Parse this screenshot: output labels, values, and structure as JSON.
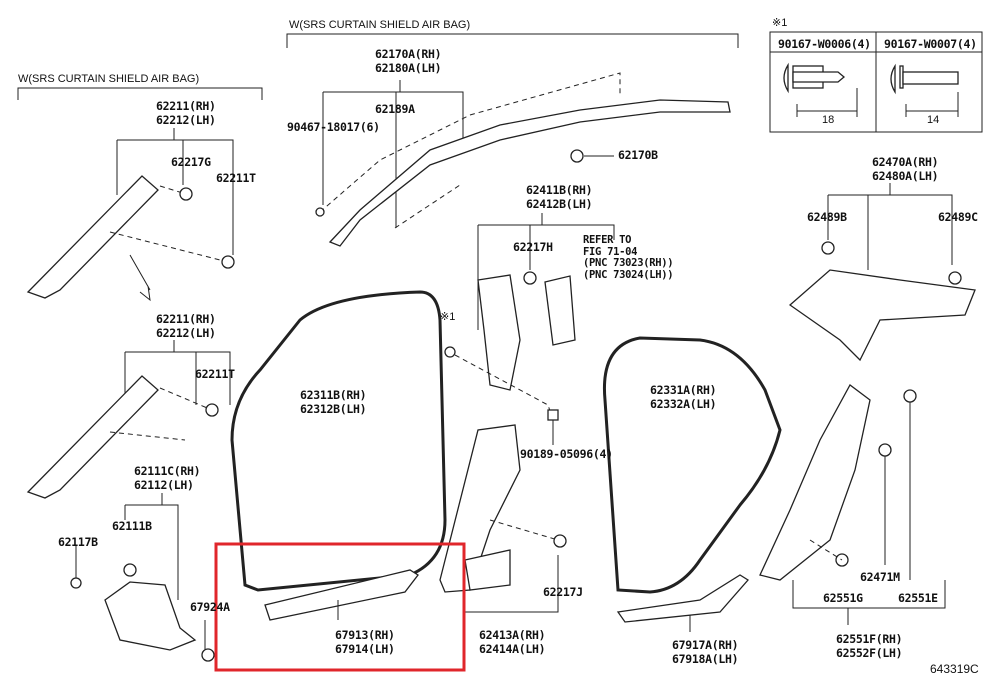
{
  "headers": {
    "left_group": "W(SRS CURTAIN SHIELD AIR BAG)",
    "top_group": "W(SRS CURTAIN SHIELD AIR BAG)",
    "note_mark": "※1"
  },
  "screw_table": {
    "col1_part": "90167-W0006(4)",
    "col1_length": "18",
    "col2_part": "90167-W0007(4)",
    "col2_length": "14"
  },
  "labels": {
    "p62211_upper": "62211(RH)\n62212(LH)",
    "p62217G": "62217G",
    "p62211T_upper": "62211T",
    "p62211_lower": "62211(RH)\n62212(LH)",
    "p62211T_lower": "62211T",
    "p62111C": "62111C(RH)\n62112(LH)",
    "p62111B": "62111B",
    "p62117B": "62117B",
    "p67924A": "67924A",
    "p62170A": "62170A(RH)\n62180A(LH)",
    "p62189A": "62189A",
    "p90467": "90467-18017(6)",
    "p62170B": "62170B",
    "p62411B": "62411B(RH)\n62412B(LH)",
    "p62217H": "62217H",
    "refer": "REFER TO\nFIG 71-04\n(PNC 73023(RH))\n(PNC 73024(LH))",
    "note1_small": "※1",
    "p62311B": "62311B(RH)\n62312B(LH)",
    "p90189": "90189-05096(4)",
    "p62217J": "62217J",
    "p67913": "67913(RH)\n67914(LH)",
    "p62413A": "62413A(RH)\n62414A(LH)",
    "p62331A": "62331A(RH)\n62332A(LH)",
    "p62470A": "62470A(RH)\n62480A(LH)",
    "p62489B": "62489B",
    "p62489C": "62489C",
    "p62471M": "62471M",
    "p62551G": "62551G",
    "p62551E": "62551E",
    "p62551F": "62551F(RH)\n62552F(LH)",
    "p67917A": "67917A(RH)\n67918A(LH)"
  },
  "figure_id": "643319C",
  "highlight_color": "#e0262b"
}
